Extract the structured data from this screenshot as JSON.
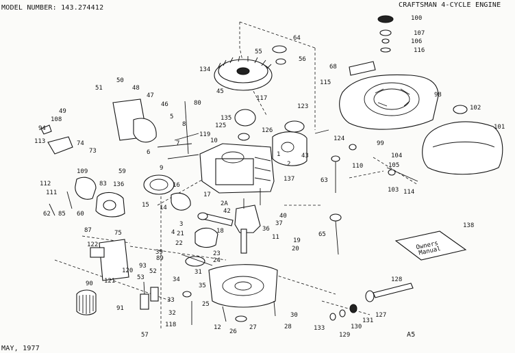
{
  "header": {
    "model_number": "MODEL NUMBER:  143.274412",
    "engine_title": "CRAFTSMAN 4-CYCLE ENGINE",
    "date": "MAY, 1977",
    "page_code": "A5"
  },
  "manual_label": "Owners\nManual",
  "part_numbers": [
    "100",
    "107",
    "106",
    "116",
    "64",
    "55",
    "56",
    "134",
    "68",
    "115",
    "98",
    "45",
    "117",
    "80",
    "135",
    "125",
    "126",
    "50",
    "51",
    "48",
    "47",
    "46",
    "49",
    "108",
    "94",
    "113",
    "74",
    "73",
    "5",
    "8",
    "6",
    "9",
    "7",
    "119",
    "10",
    "123",
    "124",
    "102",
    "101",
    "99",
    "104",
    "2",
    "137",
    "110",
    "43",
    "105",
    "103",
    "114",
    "63",
    "109",
    "59",
    "112",
    "111",
    "83",
    "136",
    "15",
    "16",
    "62",
    "85",
    "60",
    "87",
    "75",
    "122",
    "120",
    "90",
    "121",
    "91",
    "53",
    "52",
    "118",
    "57",
    "3",
    "4",
    "17",
    "2A",
    "42",
    "14",
    "18",
    "21",
    "22",
    "23",
    "24",
    "36",
    "37",
    "11",
    "19",
    "20",
    "34",
    "35",
    "33",
    "25",
    "32",
    "31",
    "12",
    "26",
    "27",
    "28",
    "30",
    "39",
    "89",
    "93",
    "65",
    "138",
    "128",
    "127",
    "131",
    "130",
    "129",
    "133",
    "1",
    "40"
  ]
}
